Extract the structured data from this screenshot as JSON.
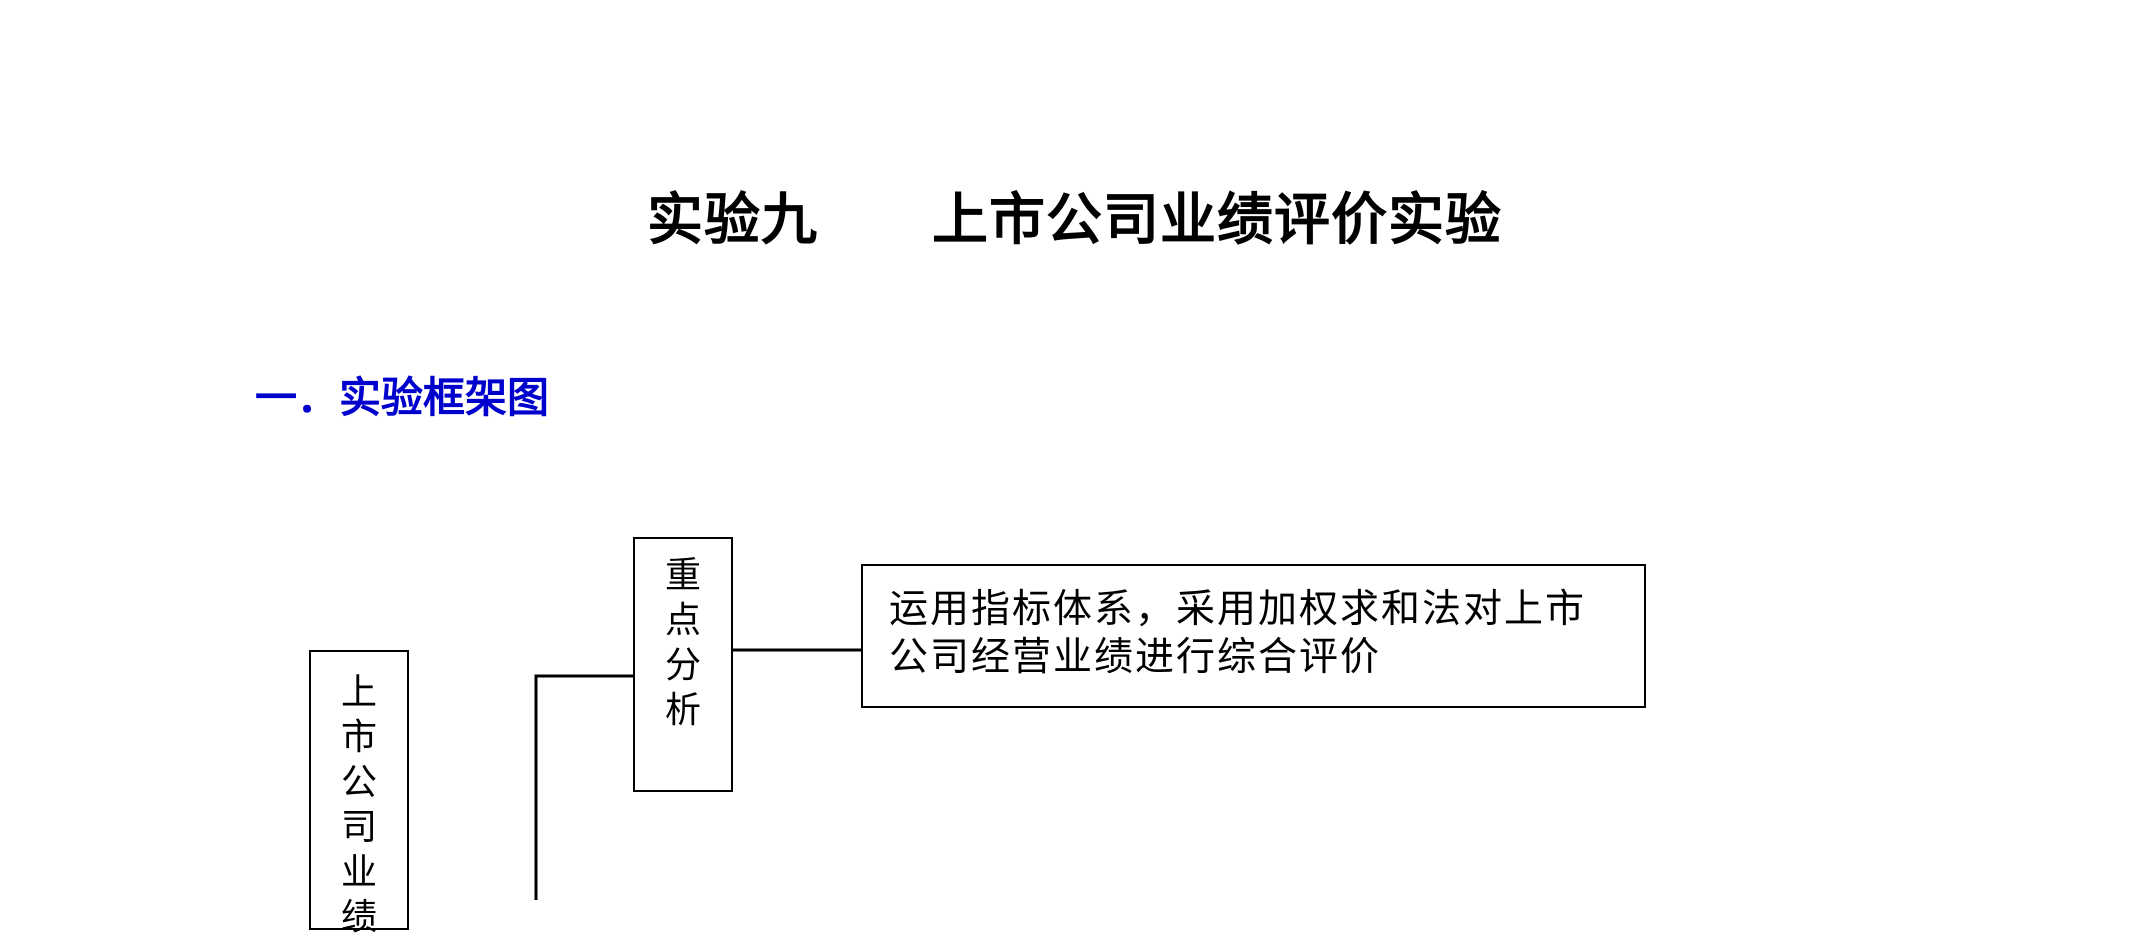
{
  "document": {
    "title": "实验九　　上市公司业绩评价实验",
    "section_heading": "一．实验框架图"
  },
  "diagram": {
    "root_node": {
      "chars": [
        "上",
        "市",
        "公",
        "司",
        "业",
        "绩"
      ]
    },
    "focus_node": {
      "chars": [
        "重",
        "点",
        "分",
        "析"
      ]
    },
    "description_node": {
      "text": "运用指标体系，采用加权求和法对上市公司经营业绩进行综合评价"
    }
  }
}
